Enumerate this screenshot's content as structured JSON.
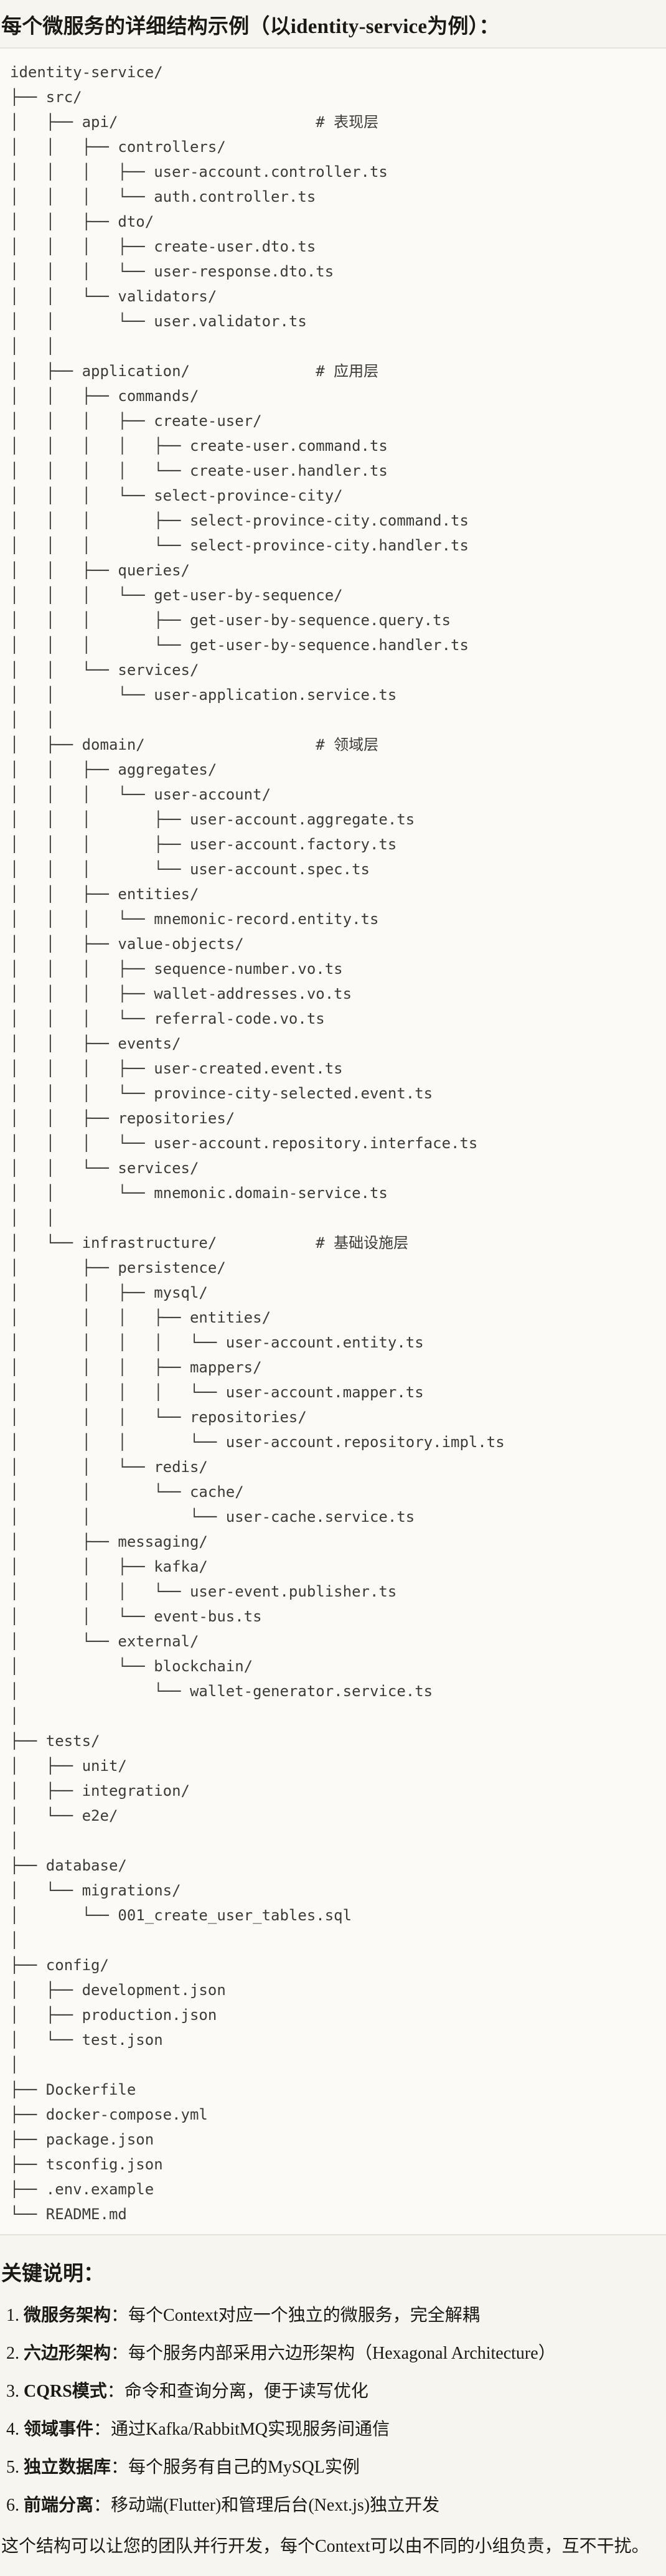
{
  "title": "每个微服务的详细结构示例（以identity-service为例）：",
  "tree_lines": [
    "identity-service/",
    "├── src/",
    "│   ├── api/                      # 表现层",
    "│   │   ├── controllers/",
    "│   │   │   ├── user-account.controller.ts",
    "│   │   │   └── auth.controller.ts",
    "│   │   ├── dto/",
    "│   │   │   ├── create-user.dto.ts",
    "│   │   │   └── user-response.dto.ts",
    "│   │   └── validators/",
    "│   │       └── user.validator.ts",
    "│   │",
    "│   ├── application/              # 应用层",
    "│   │   ├── commands/",
    "│   │   │   ├── create-user/",
    "│   │   │   │   ├── create-user.command.ts",
    "│   │   │   │   └── create-user.handler.ts",
    "│   │   │   └── select-province-city/",
    "│   │   │       ├── select-province-city.command.ts",
    "│   │   │       └── select-province-city.handler.ts",
    "│   │   ├── queries/",
    "│   │   │   └── get-user-by-sequence/",
    "│   │   │       ├── get-user-by-sequence.query.ts",
    "│   │   │       └── get-user-by-sequence.handler.ts",
    "│   │   └── services/",
    "│   │       └── user-application.service.ts",
    "│   │",
    "│   ├── domain/                   # 领域层",
    "│   │   ├── aggregates/",
    "│   │   │   └── user-account/",
    "│   │   │       ├── user-account.aggregate.ts",
    "│   │   │       ├── user-account.factory.ts",
    "│   │   │       └── user-account.spec.ts",
    "│   │   ├── entities/",
    "│   │   │   └── mnemonic-record.entity.ts",
    "│   │   ├── value-objects/",
    "│   │   │   ├── sequence-number.vo.ts",
    "│   │   │   ├── wallet-addresses.vo.ts",
    "│   │   │   └── referral-code.vo.ts",
    "│   │   ├── events/",
    "│   │   │   ├── user-created.event.ts",
    "│   │   │   └── province-city-selected.event.ts",
    "│   │   ├── repositories/",
    "│   │   │   └── user-account.repository.interface.ts",
    "│   │   └── services/",
    "│   │       └── mnemonic.domain-service.ts",
    "│   │",
    "│   └── infrastructure/           # 基础设施层",
    "│       ├── persistence/",
    "│       │   ├── mysql/",
    "│       │   │   ├── entities/",
    "│       │   │   │   └── user-account.entity.ts",
    "│       │   │   ├── mappers/",
    "│       │   │   │   └── user-account.mapper.ts",
    "│       │   │   └── repositories/",
    "│       │   │       └── user-account.repository.impl.ts",
    "│       │   └── redis/",
    "│       │       └── cache/",
    "│       │           └── user-cache.service.ts",
    "│       ├── messaging/",
    "│       │   ├── kafka/",
    "│       │   │   └── user-event.publisher.ts",
    "│       │   └── event-bus.ts",
    "│       └── external/",
    "│           └── blockchain/",
    "│               └── wallet-generator.service.ts",
    "│",
    "├── tests/",
    "│   ├── unit/",
    "│   ├── integration/",
    "│   └── e2e/",
    "│",
    "├── database/",
    "│   └── migrations/",
    "│       └── 001_create_user_tables.sql",
    "│",
    "├── config/",
    "│   ├── development.json",
    "│   ├── production.json",
    "│   └── test.json",
    "│",
    "├── Dockerfile",
    "├── docker-compose.yml",
    "├── package.json",
    "├── tsconfig.json",
    "├── .env.example",
    "└── README.md"
  ],
  "notes": {
    "heading": "关键说明：",
    "items": [
      {
        "num": "1.",
        "term": "微服务架构",
        "sep": "：",
        "desc": "每个Context对应一个独立的微服务，完全解耦"
      },
      {
        "num": "2.",
        "term": "六边形架构",
        "sep": "：",
        "desc": "每个服务内部采用六边形架构（Hexagonal Architecture）"
      },
      {
        "num": "3.",
        "term": "CQRS模式",
        "sep": "：",
        "desc": "命令和查询分离，便于读写优化"
      },
      {
        "num": "4.",
        "term": "领域事件",
        "sep": "：",
        "desc": "通过Kafka/RabbitMQ实现服务间通信"
      },
      {
        "num": "5.",
        "term": "独立数据库",
        "sep": "：",
        "desc": "每个服务有自己的MySQL实例"
      },
      {
        "num": "6.",
        "term": "前端分离",
        "sep": "：",
        "desc": "移动端(Flutter)和管理后台(Next.js)独立开发"
      }
    ],
    "footer": "这个结构可以让您的团队并行开发，每个Context可以由不同的小组负责，互不干扰。"
  },
  "colors": {
    "page_background": "#F6F5F0",
    "code_background": "#FBFAF6",
    "code_border": "#E6E3DC",
    "code_text": "#3C3B37",
    "body_text": "#1A1915"
  }
}
